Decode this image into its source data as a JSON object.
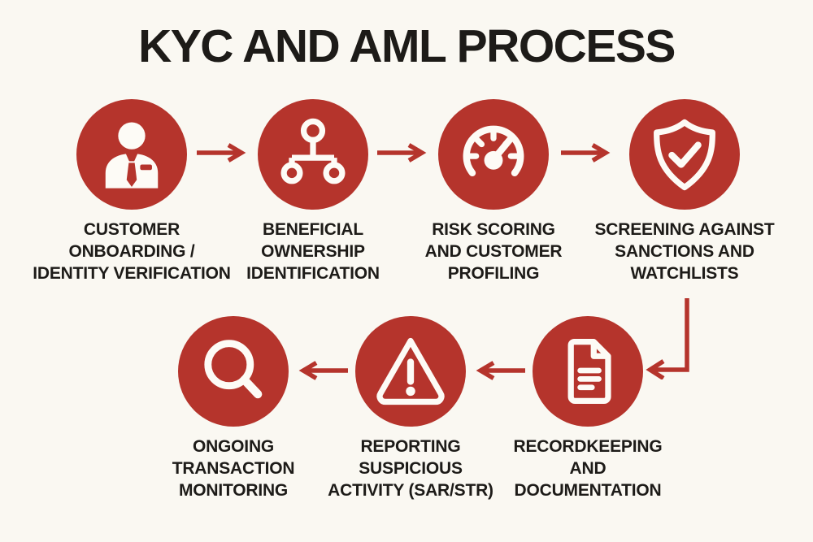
{
  "title": "KYC AND AML PROCESS",
  "colors": {
    "background": "#faf8f2",
    "accent_red": "#b5342c",
    "text_dark": "#1d1b18",
    "icon_white": "#fdfbf6"
  },
  "steps": [
    {
      "name": "customer-onboarding",
      "icon": "person-tie-icon",
      "lines": [
        "CUSTOMER",
        "ONBOARDING /",
        "IDENTITY VERIFICATION"
      ]
    },
    {
      "name": "beneficial-ownership",
      "icon": "org-chart-icon",
      "lines": [
        "BENEFICIAL",
        "OWNERSHIP",
        "IDENTIFICATION"
      ]
    },
    {
      "name": "risk-scoring",
      "icon": "gauge-icon",
      "lines": [
        "RISK SCORING",
        "AND CUSTOMER",
        "PROFILING"
      ]
    },
    {
      "name": "screening-sanctions",
      "icon": "shield-check-icon",
      "lines": [
        "SCREENING AGAINST",
        "SANCTIONS AND",
        "WATCHLISTS"
      ]
    },
    {
      "name": "recordkeeping",
      "icon": "document-icon",
      "lines": [
        "RECORDKEEPING",
        "AND",
        "DOCUMENTATION"
      ]
    },
    {
      "name": "reporting-suspicious-activity",
      "icon": "warning-triangle-icon",
      "lines": [
        "REPORTING",
        "SUSPICIOUS",
        "ACTIVITY (SAR/STR)"
      ]
    },
    {
      "name": "ongoing-transaction-monitoring",
      "icon": "magnifier-icon",
      "lines": [
        "ONGOING",
        "TRANSACTION",
        "MONITORING"
      ]
    }
  ]
}
